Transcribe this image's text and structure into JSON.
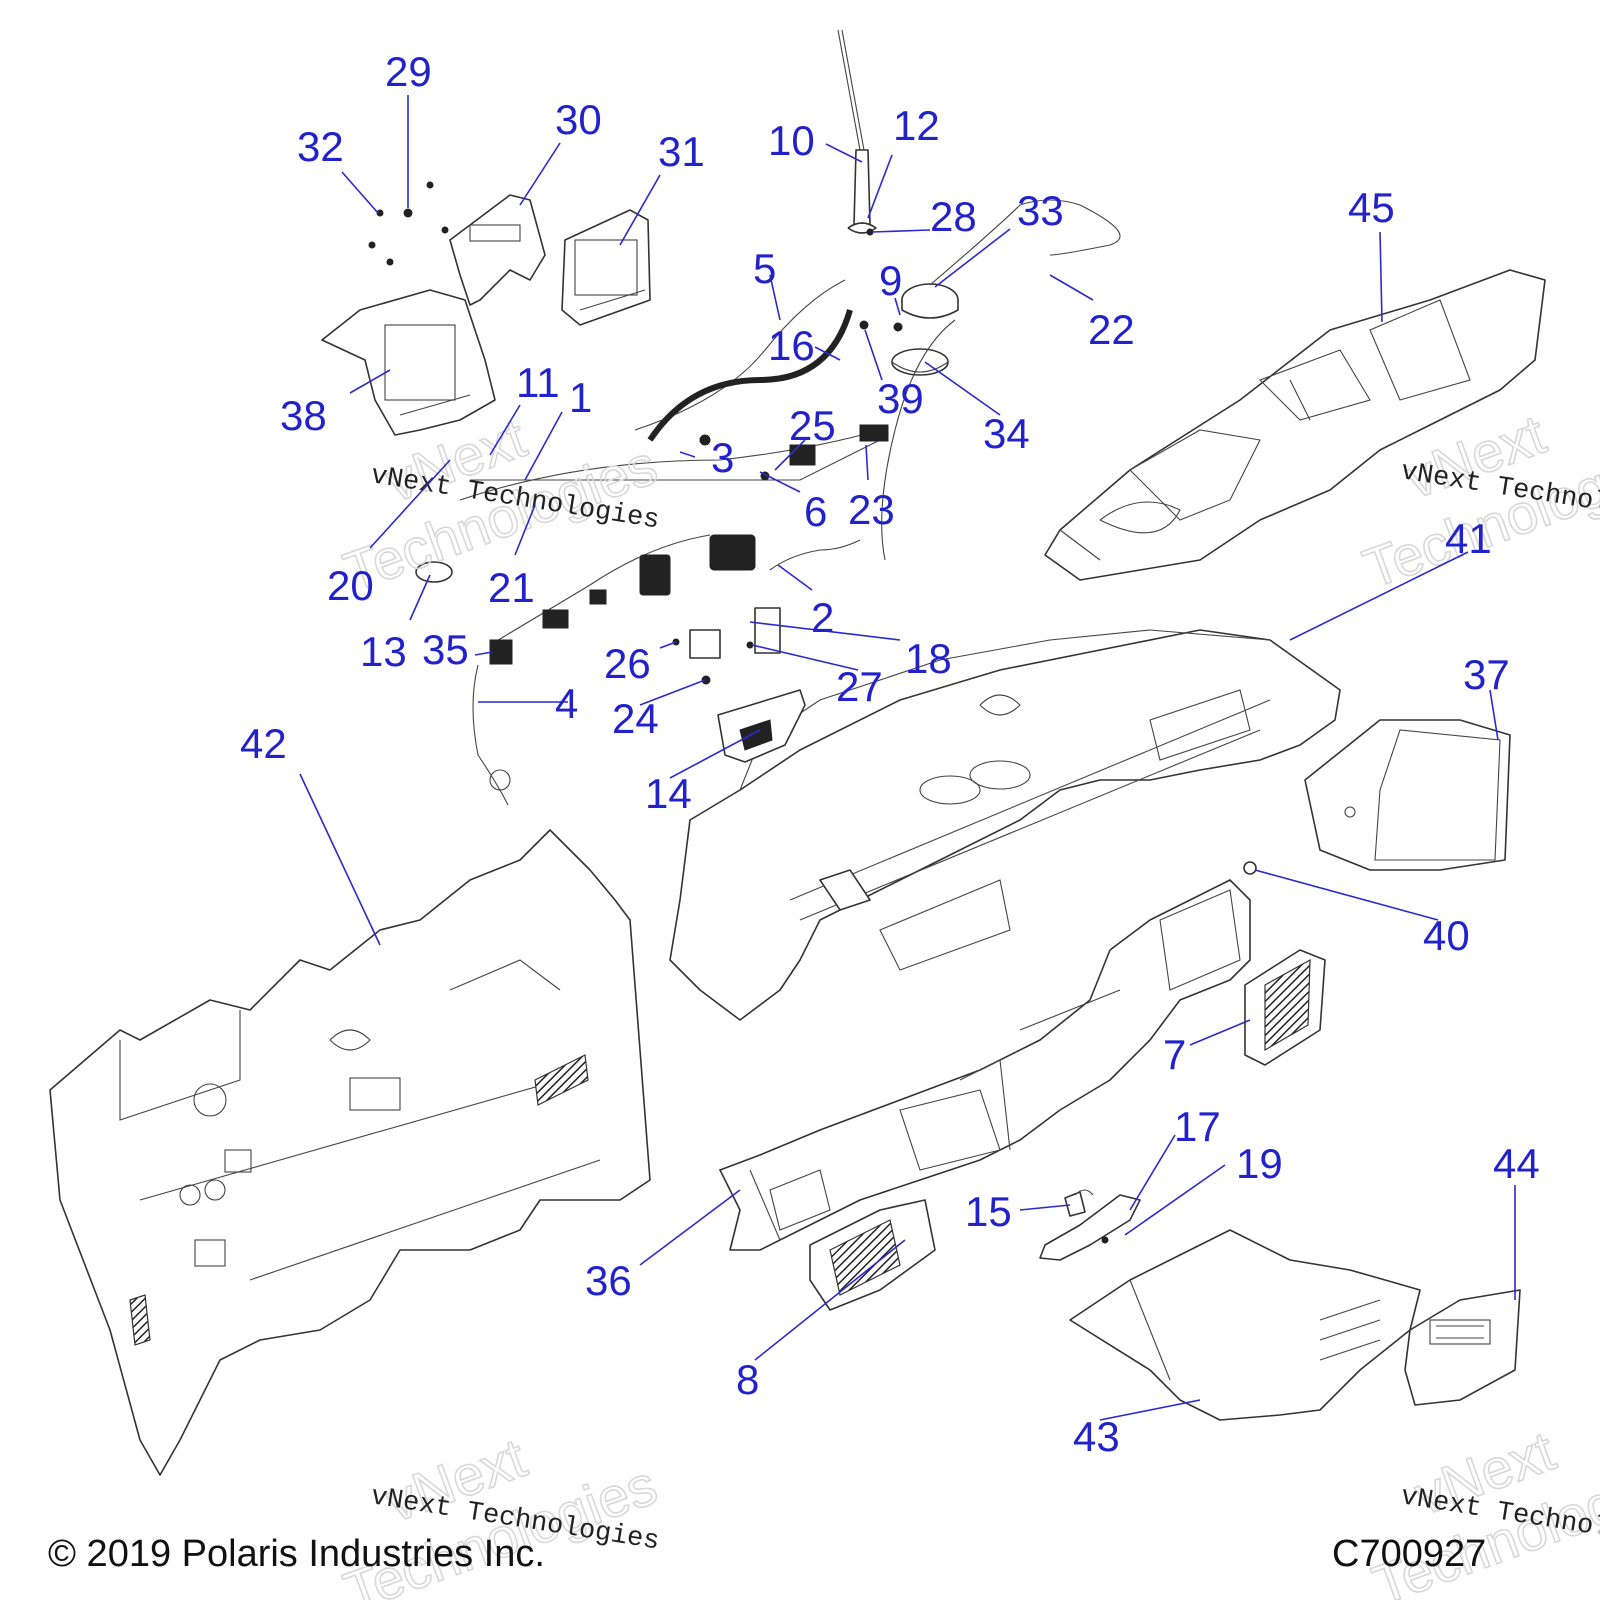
{
  "callouts": [
    {
      "id": "1",
      "text": "1"
    },
    {
      "id": "2",
      "text": "2"
    },
    {
      "id": "3",
      "text": "3"
    },
    {
      "id": "4",
      "text": "4"
    },
    {
      "id": "5",
      "text": "5"
    },
    {
      "id": "6",
      "text": "6"
    },
    {
      "id": "7",
      "text": "7"
    },
    {
      "id": "8",
      "text": "8"
    },
    {
      "id": "9",
      "text": "9"
    },
    {
      "id": "10",
      "text": "10"
    },
    {
      "id": "11",
      "text": "11"
    },
    {
      "id": "12",
      "text": "12"
    },
    {
      "id": "13",
      "text": "13"
    },
    {
      "id": "14",
      "text": "14"
    },
    {
      "id": "15",
      "text": "15"
    },
    {
      "id": "16",
      "text": "16"
    },
    {
      "id": "17",
      "text": "17"
    },
    {
      "id": "18",
      "text": "18"
    },
    {
      "id": "19",
      "text": "19"
    },
    {
      "id": "20",
      "text": "20"
    },
    {
      "id": "21",
      "text": "21"
    },
    {
      "id": "22",
      "text": "22"
    },
    {
      "id": "23",
      "text": "23"
    },
    {
      "id": "24",
      "text": "24"
    },
    {
      "id": "25",
      "text": "25"
    },
    {
      "id": "26",
      "text": "26"
    },
    {
      "id": "27",
      "text": "27"
    },
    {
      "id": "28",
      "text": "28"
    },
    {
      "id": "29",
      "text": "29"
    },
    {
      "id": "30",
      "text": "30"
    },
    {
      "id": "31",
      "text": "31"
    },
    {
      "id": "32",
      "text": "32"
    },
    {
      "id": "33",
      "text": "33"
    },
    {
      "id": "34",
      "text": "34"
    },
    {
      "id": "35",
      "text": "35"
    },
    {
      "id": "36",
      "text": "36"
    },
    {
      "id": "37",
      "text": "37"
    },
    {
      "id": "38",
      "text": "38"
    },
    {
      "id": "39",
      "text": "39"
    },
    {
      "id": "40",
      "text": "40"
    },
    {
      "id": "41",
      "text": "41"
    },
    {
      "id": "42",
      "text": "42"
    },
    {
      "id": "43",
      "text": "43"
    },
    {
      "id": "44",
      "text": "44"
    },
    {
      "id": "45",
      "text": "45"
    }
  ],
  "watermarks": {
    "brand": "vNext",
    "company": "Technologies",
    "full": "vNext Technologies"
  },
  "footer": {
    "copyright": "© 2019 Polaris Industries Inc.",
    "figure_code": "C700927"
  },
  "colors": {
    "callout": "#2222cc",
    "line_art": "#333333"
  }
}
